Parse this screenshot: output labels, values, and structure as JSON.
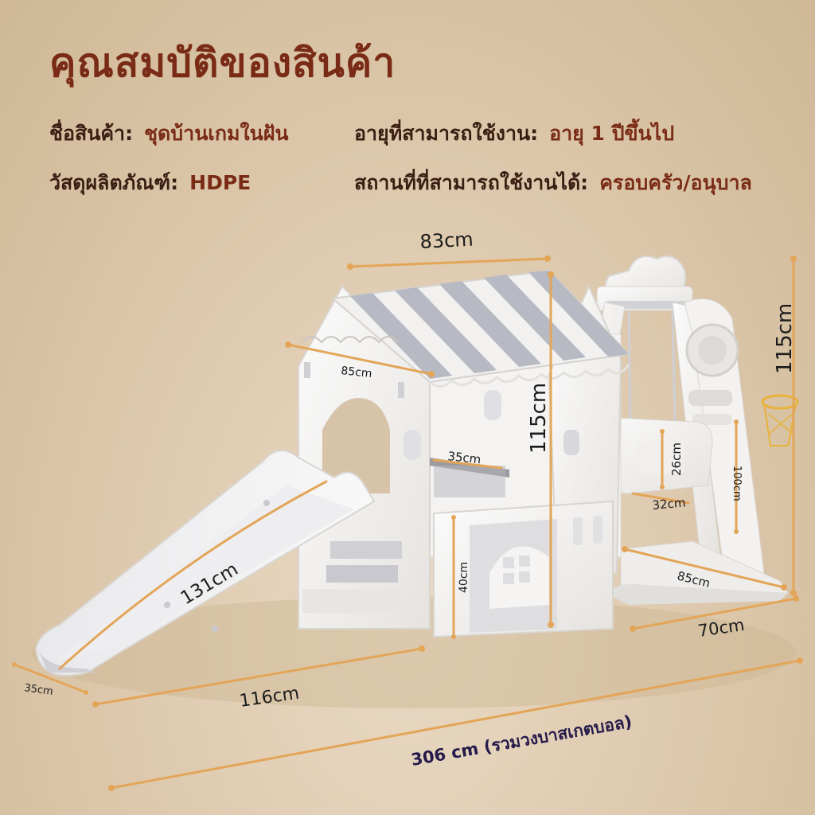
{
  "title": "คุณสมบัติของสินค้า",
  "specs": {
    "name": {
      "label": "ชื่อสินค้า:",
      "value": "ชุดบ้านเกมในฝัน"
    },
    "age": {
      "label": "อายุที่สามารถใช้งาน:",
      "value": "อายุ 1 ปีขึ้นไป"
    },
    "material": {
      "label": "วัสดุผลิตภัณฑ์:",
      "value": "HDPE"
    },
    "place": {
      "label": "สถานที่ที่สามารถใช้งานได้:",
      "value": "ครอบครัว/อนุบาล"
    }
  },
  "dimensions": {
    "roof_width": "83cm",
    "roof_depth": "85cm",
    "house_height": "115cm",
    "table": "35cm",
    "seat_height": "26cm",
    "seat_width": "32cm",
    "hoop_height": "100cm",
    "swing_height": "115cm",
    "swing_depth": "85cm",
    "swing_width": "70cm",
    "fence_height": "40cm",
    "slide_length": "131cm",
    "slide_width": "35cm",
    "house_length": "116cm",
    "total": "306 cm (รวมวงบาสเกตบอล)"
  },
  "colors": {
    "title": "#7a2b16",
    "label": "#3a1e12",
    "measure_line": "#e3a558",
    "total_text": "#251a4a"
  }
}
